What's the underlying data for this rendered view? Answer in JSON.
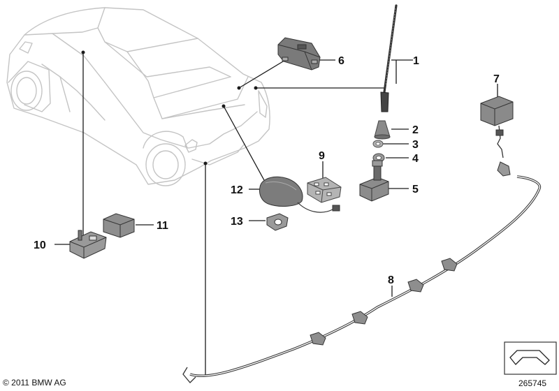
{
  "labels": {
    "p1": "1",
    "p2": "2",
    "p3": "3",
    "p4": "4",
    "p5": "5",
    "p6": "6",
    "p7": "7",
    "p8": "8",
    "p9": "9",
    "p10": "10",
    "p11": "11",
    "p12": "12",
    "p13": "13"
  },
  "footer": {
    "copyright": "© 2011 BMW AG",
    "diagram_id": "265745"
  }
}
